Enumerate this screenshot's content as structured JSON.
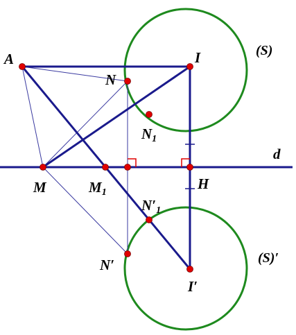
{
  "colors": {
    "line": "#1a1a8c",
    "thin": "#3a3aa0",
    "circle": "#1e8a1e",
    "point": "#e00000",
    "rightAngle": "#e00000",
    "text": "#000000"
  },
  "labels": {
    "A": "A",
    "I": "I",
    "S": "(S)",
    "N": "N",
    "N1": "N",
    "N1_sub": "1",
    "d": "d",
    "M": "M",
    "M1": "M",
    "M1_sub": "1",
    "H": "H",
    "N1p": "N′",
    "N1p_sub": "1",
    "Np": "N′",
    "Sp": "(S)′",
    "Ip": "I′"
  }
}
